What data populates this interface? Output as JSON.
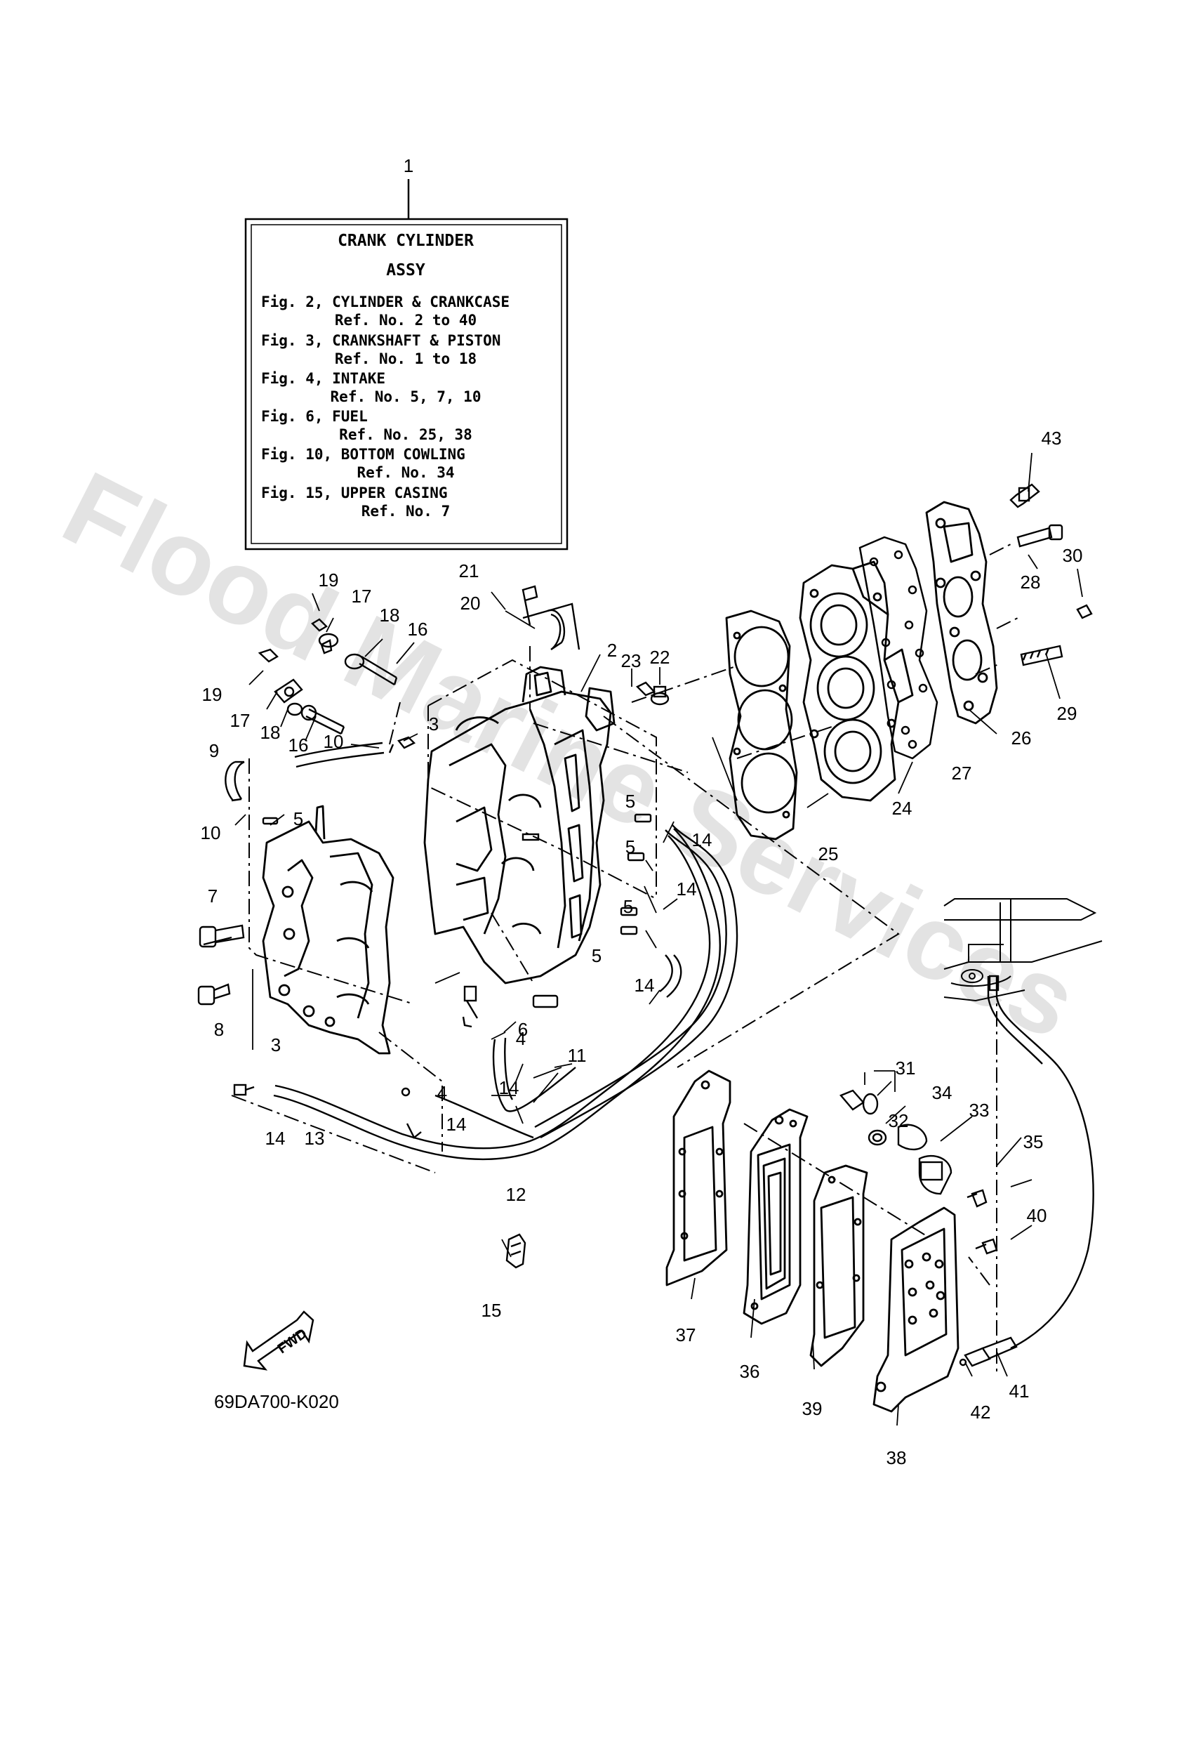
{
  "assembly_box": {
    "ref_number": "1",
    "title_line1": "CRANK CYLINDER",
    "title_line2": "ASSY",
    "lines": [
      "Fig. 2, CYLINDER & CRANKCASE",
      "Ref. No. 2 to 40",
      "Fig. 3, CRANKSHAFT & PISTON",
      "Ref. No. 1 to 18",
      "Fig. 4, INTAKE",
      "Ref. No. 5, 7, 10",
      "Fig. 6, FUEL",
      "Ref. No. 25, 38",
      "Fig. 10, BOTTOM COWLING",
      "Ref. No. 34",
      "Fig. 15, UPPER CASING",
      "Ref. No. 7"
    ]
  },
  "part_labels": [
    "19",
    "17",
    "18",
    "16",
    "19",
    "17",
    "18",
    "16",
    "10",
    "3",
    "9",
    "10",
    "5",
    "7",
    "8",
    "3",
    "14",
    "13",
    "4",
    "14",
    "12",
    "15",
    "21",
    "20",
    "2",
    "23",
    "22",
    "5",
    "14",
    "5",
    "14",
    "5",
    "5",
    "14",
    "4",
    "6",
    "11",
    "14",
    "25",
    "24",
    "27",
    "26",
    "29",
    "28",
    "30",
    "43",
    "31",
    "32",
    "34",
    "33",
    "35",
    "40",
    "37",
    "36",
    "39",
    "38",
    "42",
    "41"
  ],
  "fwd_label": "FWD",
  "drawing_code": "69DA700-K020",
  "watermark": "Flood Marine Services"
}
